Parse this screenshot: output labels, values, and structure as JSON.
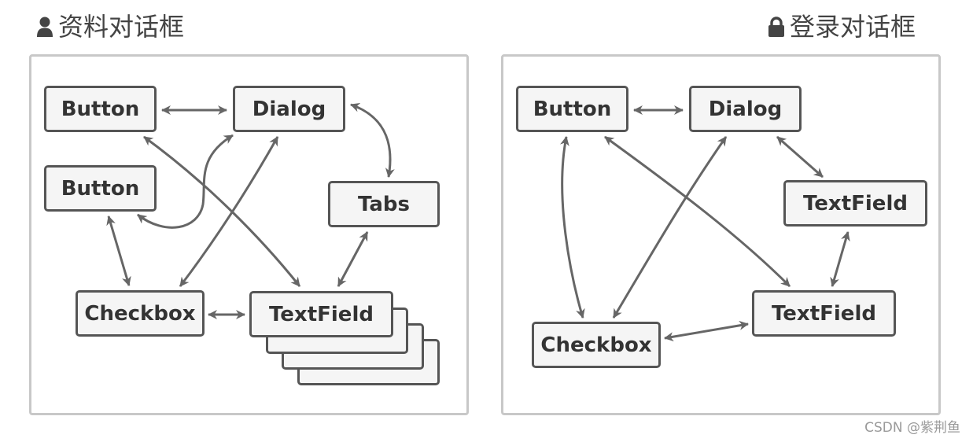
{
  "left": {
    "title": "资料对话框",
    "title_icon": "user-icon",
    "nodes": {
      "button_top": "Button",
      "dialog": "Dialog",
      "button_mid": "Button",
      "tabs": "Tabs",
      "checkbox": "Checkbox",
      "textfield": "TextField"
    }
  },
  "right": {
    "title": "登录对话框",
    "title_icon": "lock-icon",
    "nodes": {
      "button": "Button",
      "dialog": "Dialog",
      "textfield_top": "TextField",
      "textfield_bottom": "TextField",
      "checkbox": "Checkbox"
    }
  },
  "watermark": "CSDN @紫荆鱼",
  "colors": {
    "arrow": "#666666",
    "box_border": "#555555",
    "box_fill": "#f5f5f5",
    "panel_border": "#c8c8c8"
  }
}
